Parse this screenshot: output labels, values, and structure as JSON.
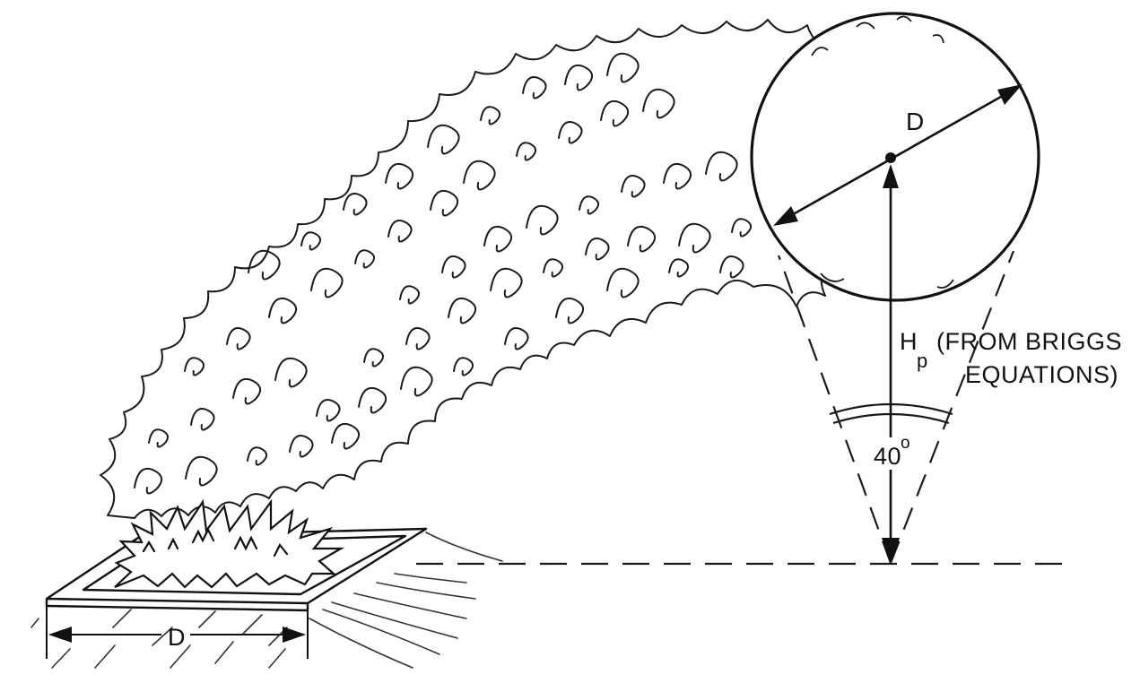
{
  "diagram": {
    "labels": {
      "cloud_diameter": "D",
      "pool_diameter": "D",
      "height_symbol": "H",
      "height_subscript": "p",
      "height_note_line1": "(FROM BRIGGS",
      "height_note_line2": "EQUATIONS)",
      "angle_value": "40",
      "angle_unit": "o"
    }
  }
}
